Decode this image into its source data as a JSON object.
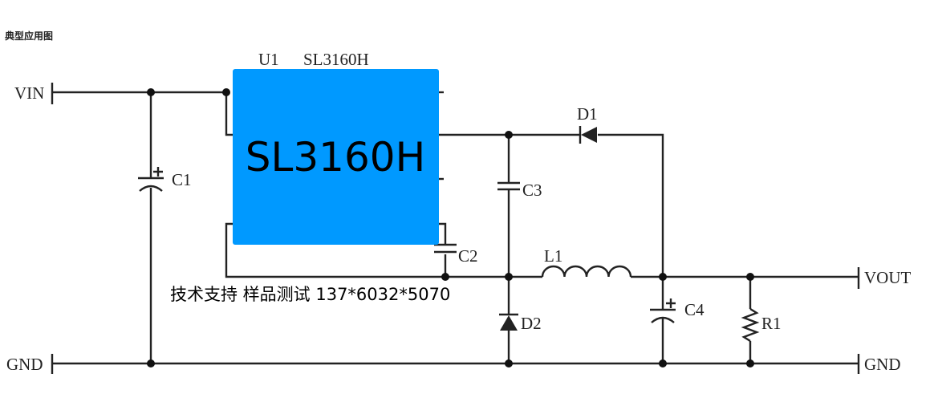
{
  "title": "典型应用图",
  "chip": {
    "ref": "U1",
    "part": "SL3160H",
    "body_label": "SL3160H",
    "color": "#0099ff"
  },
  "labels": {
    "vin": "VIN",
    "gnd_left": "GND",
    "vout": "VOUT",
    "gnd_right": "GND",
    "c1": "C1",
    "c2": "C2",
    "c3": "C3",
    "c4": "C4",
    "d1": "D1",
    "d2": "D2",
    "l1": "L1",
    "r1": "R1"
  },
  "note": "技术支持 样品测试 137*6032*5070"
}
